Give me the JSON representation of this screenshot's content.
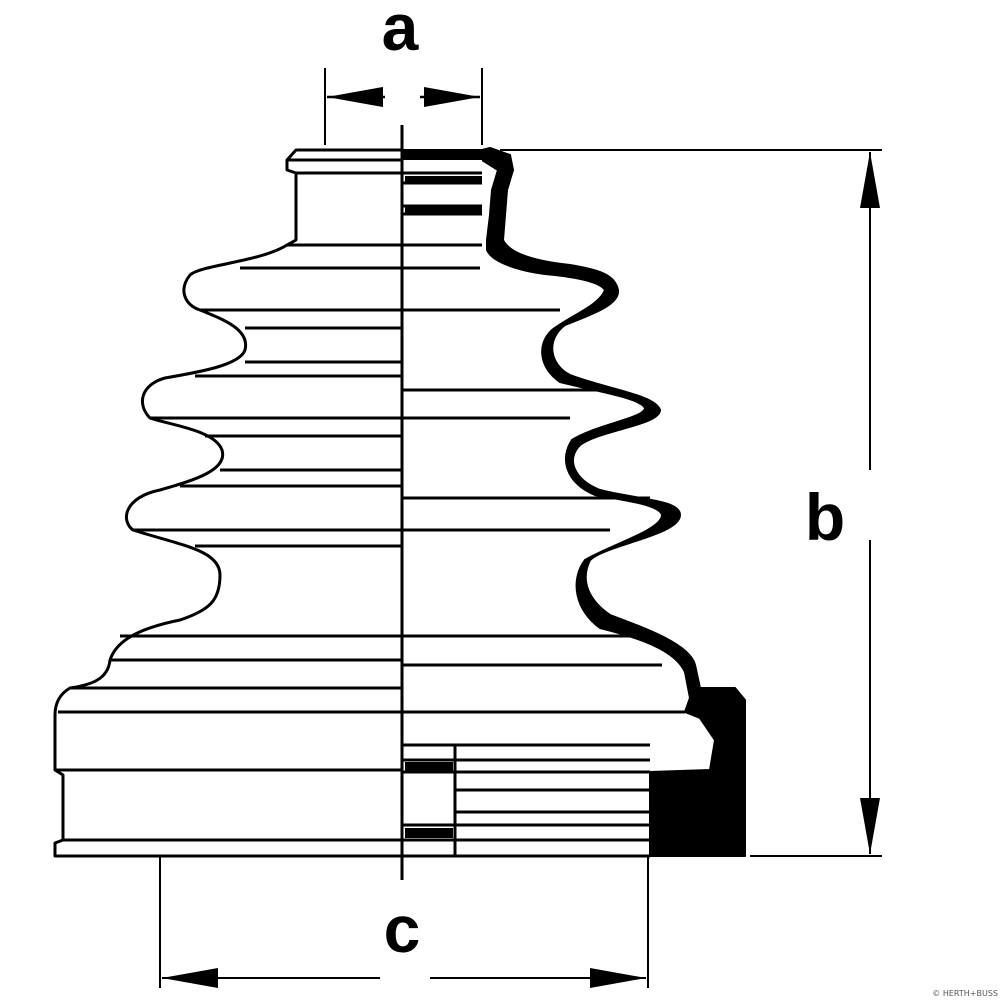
{
  "diagram": {
    "dimension_labels": {
      "a": "a",
      "b": "b",
      "c": "c"
    },
    "credit": "© HERTH+BUSS",
    "colors": {
      "line": "#000000",
      "background": "#ffffff"
    }
  }
}
